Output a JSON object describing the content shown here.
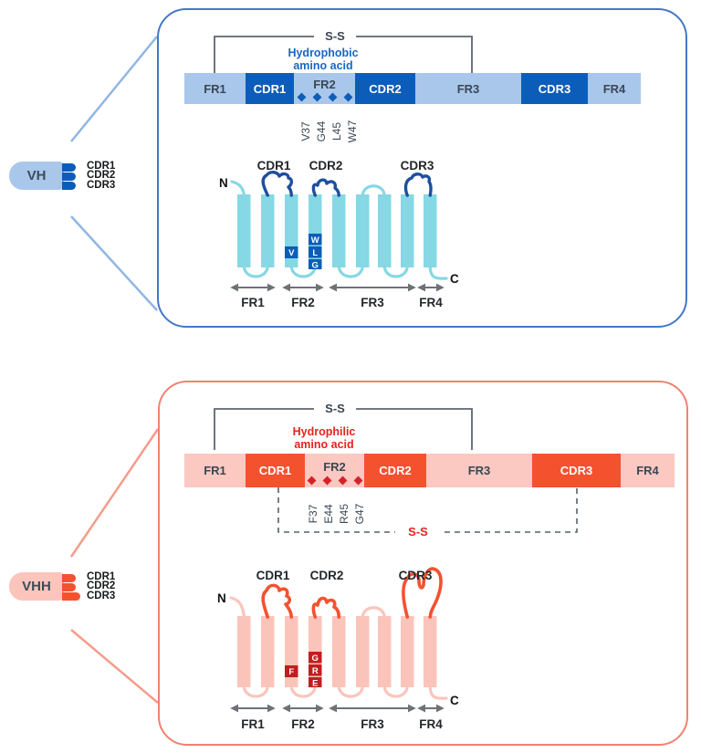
{
  "colors": {
    "light_blue": "#A9C7EA",
    "dark_blue": "#0C5DB9",
    "navy_loop": "#1D4F9E",
    "cyan": "#85D8E4",
    "panel_blue_border": "#4478C8",
    "connector_blue": "#90B6E4",
    "light_pink": "#FBC9C1",
    "orange_red": "#F4512F",
    "dark_red": "#C11E1E",
    "red_text": "#E8231E",
    "red_diamond": "#D6212B",
    "panel_red_border": "#F28170",
    "connector_salmon": "#F59C8B",
    "bracket_gray": "#5C6670",
    "arrow_gray": "#6E7276"
  },
  "left_column": {
    "vh": {
      "label": "VH",
      "cdr_labels": [
        "CDR1",
        "CDR2",
        "CDR3"
      ]
    },
    "vhh": {
      "label": "VHH",
      "cdr_labels": [
        "CDR1",
        "CDR2",
        "CDR3"
      ]
    }
  },
  "top_panel": {
    "disulfide_label": "S-S",
    "annotation": {
      "line1": "Hydrophobic",
      "line2": "amino acid"
    },
    "domain_bar": {
      "segments": [
        {
          "label": "FR1"
        },
        {
          "label": "CDR1"
        },
        {
          "label": "FR2"
        },
        {
          "label": "CDR2"
        },
        {
          "label": "FR3"
        },
        {
          "label": "CDR3"
        },
        {
          "label": "FR4"
        }
      ]
    },
    "residues": [
      "V37",
      "G44",
      "L45",
      "W47"
    ],
    "beta_sheet": {
      "n_terminus": "N",
      "c_terminus": "C",
      "cdr_labels": [
        "CDR1",
        "CDR2",
        "CDR3"
      ],
      "fr_labels": [
        "FR1",
        "FR2",
        "FR3",
        "FR4"
      ],
      "residue_single": "V",
      "residue_stack": [
        "W",
        "L",
        "G"
      ]
    }
  },
  "bottom_panel": {
    "disulfide_label": "S-S",
    "extra_disulfide_label": "S-S",
    "annotation": {
      "line1": "Hydrophilic",
      "line2": "amino acid"
    },
    "domain_bar": {
      "segments": [
        {
          "label": "FR1"
        },
        {
          "label": "CDR1"
        },
        {
          "label": "FR2"
        },
        {
          "label": "CDR2"
        },
        {
          "label": "FR3"
        },
        {
          "label": "CDR3"
        },
        {
          "label": "FR4"
        }
      ]
    },
    "residues": [
      "F37",
      "E44",
      "R45",
      "G47"
    ],
    "beta_sheet": {
      "n_terminus": "N",
      "c_terminus": "C",
      "cdr_labels": [
        "CDR1",
        "CDR2",
        "CDR3"
      ],
      "fr_labels": [
        "FR1",
        "FR2",
        "FR3",
        "FR4"
      ],
      "residue_single": "F",
      "residue_stack": [
        "G",
        "R",
        "E"
      ]
    }
  }
}
